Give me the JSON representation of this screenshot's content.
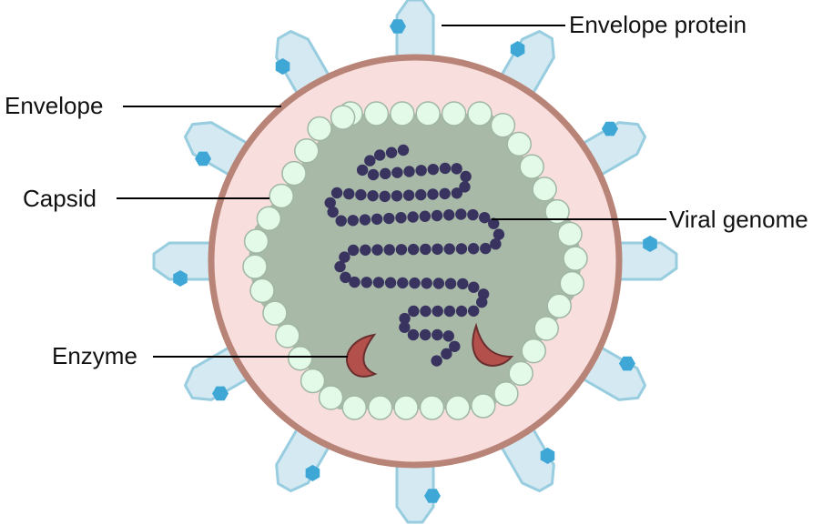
{
  "title": "Virus structure",
  "labels": {
    "envelope_protein": "Envelope protein",
    "envelope": "Envelope",
    "capsid": "Capsid",
    "viral_genome": "Viral genome",
    "enzyme": "Enzyme"
  },
  "colors": {
    "envelope_fill": "#f9dede",
    "envelope_stroke": "#b98478",
    "spike_fill": "#d4e9f1",
    "spike_stroke": "#98cde0",
    "spike_dot": "#3fa7d6",
    "capsid_fill": "#a9b9a8",
    "capsomere_fill": "#e4fae8",
    "capsomere_stroke": "#9fb7a3",
    "genome": "#38335f",
    "enzyme_fill": "#b3504c",
    "enzyme_stroke": "#6a2e2e"
  }
}
